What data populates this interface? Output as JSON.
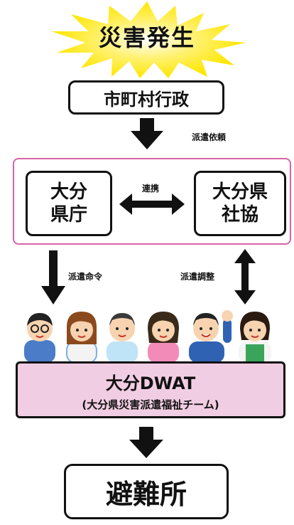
{
  "burst": {
    "label": "災害発生"
  },
  "municipality": {
    "label": "市町村行政"
  },
  "arrow1": {
    "label": "派遣依頼"
  },
  "prefecture": {
    "label": "大分\n県庁"
  },
  "council": {
    "label": "大分県\n社協"
  },
  "link": {
    "label": "連携"
  },
  "order": {
    "label": "派遣命令"
  },
  "adjust": {
    "label": "派遣調整"
  },
  "dwat": {
    "title": "大分DWAT",
    "subtitle": "(大分県災害派遣福祉チーム)"
  },
  "shelter": {
    "label": "避難所"
  },
  "colors": {
    "burst": "#ffe600",
    "panel_border": "#d763a8",
    "dwat_fill": "#f1cde3"
  }
}
